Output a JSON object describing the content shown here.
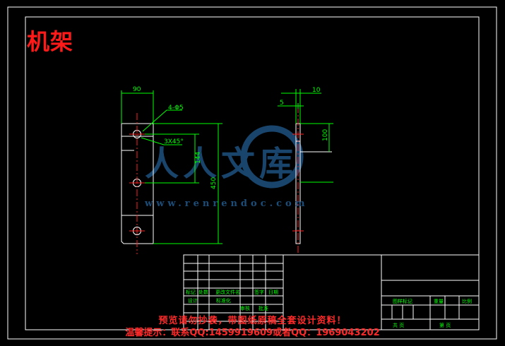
{
  "drawing": {
    "part_title": "机架",
    "dimensions": {
      "width_front": "90",
      "hole_spec": "4-Φ5",
      "chamfer": "3X45°",
      "spacing": "144",
      "total_height": "450",
      "side_width": "10",
      "side_offset": "5",
      "side_top": "100"
    },
    "watermark": {
      "text": "人人文库",
      "url": "www.renrendoc.com"
    },
    "title_block": {
      "left_grid_labels": [
        "标记",
        "处数",
        "更改文件名",
        "签字",
        "日期"
      ],
      "design_row": [
        "设计",
        "标准化"
      ],
      "approval_row": [
        "审核",
        "批准"
      ],
      "right_grid_labels": [
        "图样标记",
        "重量",
        "比例"
      ],
      "sheet_labels": [
        "共 页",
        "第 页"
      ]
    },
    "notice": {
      "line1": "预览请勿抄袭，带图纸原稿全套设计资料！",
      "line2": "温馨提示：联系QQ:1459919609或者QQ：1969043202"
    }
  }
}
